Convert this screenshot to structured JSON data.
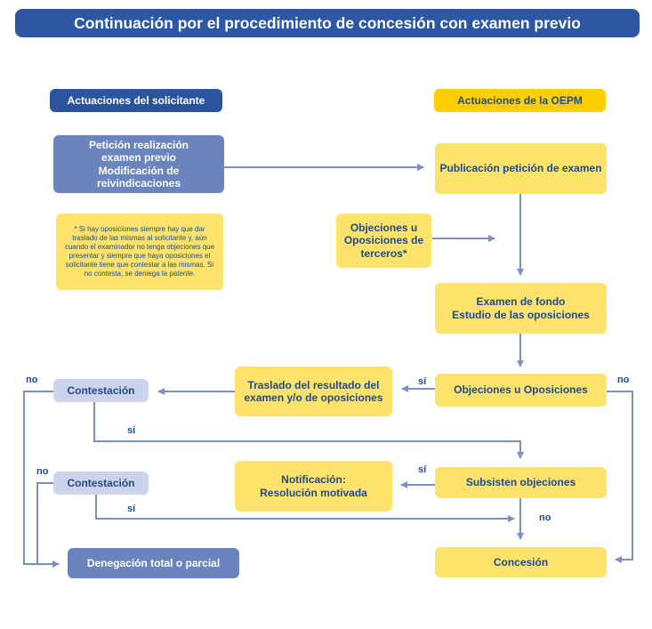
{
  "title": "Continuación por el procedimiento de concesión con examen previo",
  "columns": {
    "applicant": "Actuaciones del solicitante",
    "oepm": "Actuaciones de la OEPM"
  },
  "boxes": {
    "peticion": "Petición realización\nexamen previo\nModificación de\nreivindicaciones",
    "note": "* Si hay oposiciones siempre hay que dar traslado de las mismas al solicitante y, aún cuando el examinador no tenga objeciones que presentar y siempre que haya oposiciones el solicitante tiene que contestar a las mismas. Si no contesta, se deniega la patente.",
    "publicacion": "Publicación petición de examen",
    "objeciones_terceros": "Objeciones u\nOposiciones de\nterceros*",
    "examen_fondo": "Examen de fondo\nEstudio de las oposiciones",
    "traslado": "Traslado del resultado del\nexamen y/o de oposiciones",
    "objeciones_oposiciones": "Objeciones u Oposiciones",
    "contestacion_1": "Contestación",
    "notificacion": "Notificación:\nResolución motivada",
    "subsisten": "Subsisten objeciones",
    "contestacion_2": "Contestación",
    "denegacion": "Denegación total o parcial",
    "concesion": "Concesión"
  },
  "labels": {
    "yes": "sí",
    "no": "no"
  },
  "colors": {
    "title_bg": "#2d57a3",
    "yellow": "#fde36b",
    "gold": "#fcd000",
    "navy": "#2a549e",
    "slate": "#6a84bd",
    "lavender": "#cdd3ea",
    "arrow": "#7a8fc4"
  }
}
